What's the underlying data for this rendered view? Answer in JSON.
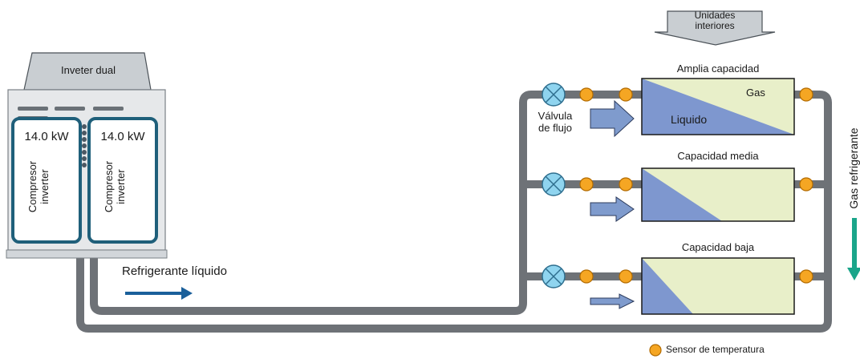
{
  "outdoor_unit": {
    "title": "Inveter dual",
    "compressors": [
      {
        "power": "14.0 kW",
        "label_line1": "Compresor",
        "label_line2": "inverter"
      },
      {
        "power": "14.0 kW",
        "label_line1": "Compresor",
        "label_line2": "inverter"
      }
    ]
  },
  "indoor_units_header": {
    "line1": "Unidades",
    "line2": "interiores"
  },
  "indoor_units": [
    {
      "title": "Amplia capacidad",
      "gas_label": "Gas",
      "liquid_label": "Liquido"
    },
    {
      "title": "Capacidad media"
    },
    {
      "title": "Capacidad baja"
    }
  ],
  "valve_label": {
    "line1": "Válvula",
    "line2": "de flujo"
  },
  "liquid_line_label": "Refrigerante líquido",
  "gas_line_label": "Gas refrigerante",
  "legend": {
    "sensor_label": "Sensor de temperatura"
  },
  "colors": {
    "pipe": "#6e7277",
    "unit_border": "#1f5f7a",
    "valve_fill": "#8fd4ef",
    "sensor_fill": "#f5a623",
    "hx_gas": "#e8efc9",
    "hx_liquid": "#7e97cf",
    "arrow_fill": "#7f9bcd",
    "liquid_arrow": "#1a5f9a",
    "gas_arrow": "#1aa58a"
  }
}
